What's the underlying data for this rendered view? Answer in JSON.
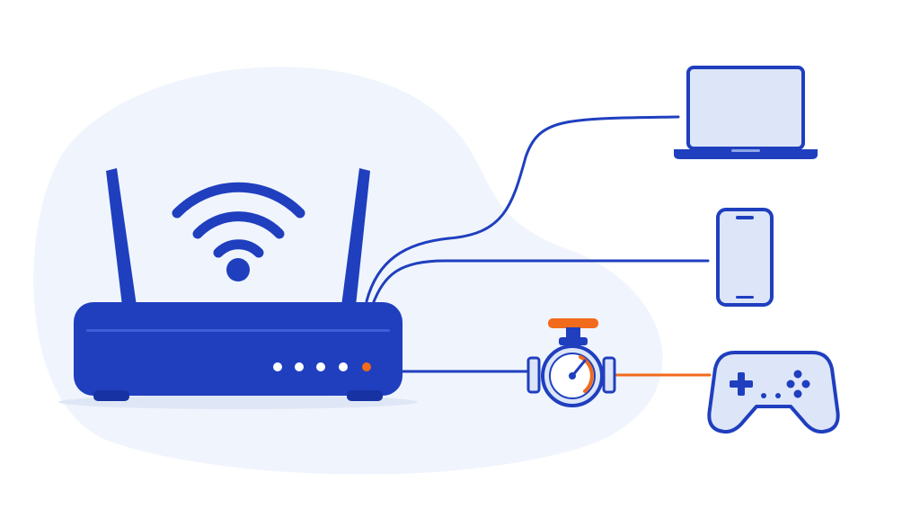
{
  "colors": {
    "primary": "#1f3fbf",
    "primary_dark": "#1733a3",
    "primary_light": "#dde6f8",
    "accent": "#f26a1b",
    "background_blob": "#f0f5fd",
    "white": "#ffffff"
  },
  "nodes": {
    "router": {
      "icon": "wifi-router-icon",
      "status_lights": 5,
      "active_light_color": "orange"
    },
    "laptop": {
      "icon": "laptop-icon"
    },
    "phone": {
      "icon": "smartphone-icon"
    },
    "throttle": {
      "icon": "valve-gauge-icon"
    },
    "gamepad": {
      "icon": "gamepad-icon"
    }
  },
  "connections": [
    {
      "from": "router",
      "to": "laptop",
      "color": "primary"
    },
    {
      "from": "router",
      "to": "phone",
      "color": "primary"
    },
    {
      "from": "router",
      "to": "throttle",
      "color": "primary"
    },
    {
      "from": "throttle",
      "to": "gamepad",
      "color": "accent"
    }
  ]
}
